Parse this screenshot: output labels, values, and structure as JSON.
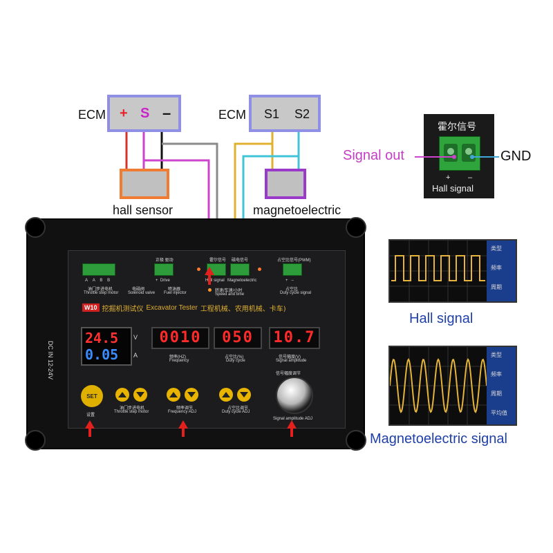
{
  "ecm1": {
    "label": "ECM",
    "pins": [
      "+",
      "S",
      "–"
    ],
    "pin_colors": [
      "#e3262d",
      "#cc22cc",
      "#111111"
    ]
  },
  "ecm2": {
    "label": "ECM",
    "pins": [
      "S1",
      "S2"
    ]
  },
  "hall_sensor_label": "hall sensor",
  "magnetoelectric_label": "magnetoelectric",
  "connector_inset": {
    "title": "霍尔信号",
    "signal_out": "Signal out",
    "gnd": "GND",
    "plus": "+",
    "minus": "–",
    "bottom": "Hall signal"
  },
  "device": {
    "model_badge": "W10",
    "title_cn": "挖掘机测试仪",
    "title_en": "Excavator Tester",
    "title_tail": "工程机械、农用机械、卡车)",
    "dc_label": "DC IN 12-24V",
    "terminal_labels": {
      "abab": [
        "A",
        "A",
        "B",
        "B"
      ],
      "throttle_cn": "油门步进电机",
      "throttle_en": "Throttle step motor",
      "solenoid_cn": "电磁阀",
      "solenoid_en": "Solenoid valve",
      "drive_top": "正极 驱动",
      "drive_pm": [
        "+",
        "Drive"
      ],
      "injector_cn": "喷油器",
      "injector_en": "Fuel injector",
      "hall_top": "霍尔信号",
      "hall_en": "Hall signal",
      "mag_top": "磁电信号",
      "mag_en": "Magnetoelectric",
      "speed_cn": "转速/车速/小时",
      "speed_en": "Speed and time",
      "duty_top": "占空比信号(PWM)",
      "duty_pm": [
        "+",
        "–"
      ],
      "duty_cn": "占空比",
      "duty_en": "Duty cycle signal"
    },
    "voltage": "24.5",
    "voltage_unit": "V",
    "current": "0.05",
    "current_unit": "A",
    "displays": [
      {
        "value": "0010",
        "cn": "频率(HZ)",
        "en": "Frequency"
      },
      {
        "value": "050",
        "cn": "占空比(%)",
        "en": "Duty cycle"
      },
      {
        "value": "10.7",
        "cn": "信号幅度(V)",
        "en": "Signal amplitude"
      }
    ],
    "set_label": "SET",
    "set_cn": "设置",
    "btn_groups": [
      {
        "cn": "油门步进电机",
        "en": "Throttle step motor"
      },
      {
        "cn": "频率调节",
        "en": "Frequency ADJ"
      },
      {
        "cn": "占空比调节",
        "en": "Duty cycle ADJ"
      }
    ],
    "knob_cn": "信号幅度调节",
    "knob_en": "Signal amplitude ADJ"
  },
  "hall_scope": {
    "caption": "Hall signal",
    "menu": [
      "类型",
      "频率",
      "周期"
    ]
  },
  "mag_scope": {
    "caption": "Magnetoelectric signal",
    "menu": [
      "类型",
      "频率",
      "周期",
      "平均值"
    ]
  },
  "colors": {
    "red_wire": "#d9302c",
    "magenta_wire": "#cc44cc",
    "black_wire": "#111111",
    "gray_wire": "#8a8a8a",
    "yellow_wire": "#e0b030",
    "cyan_wire": "#40c4d8",
    "ecm_border": "#8f8fe6",
    "hall_border": "#f07c34",
    "mag_border": "#9a3ac8",
    "arrow": "#e2201e",
    "caption_blue": "#1f3fa8"
  }
}
